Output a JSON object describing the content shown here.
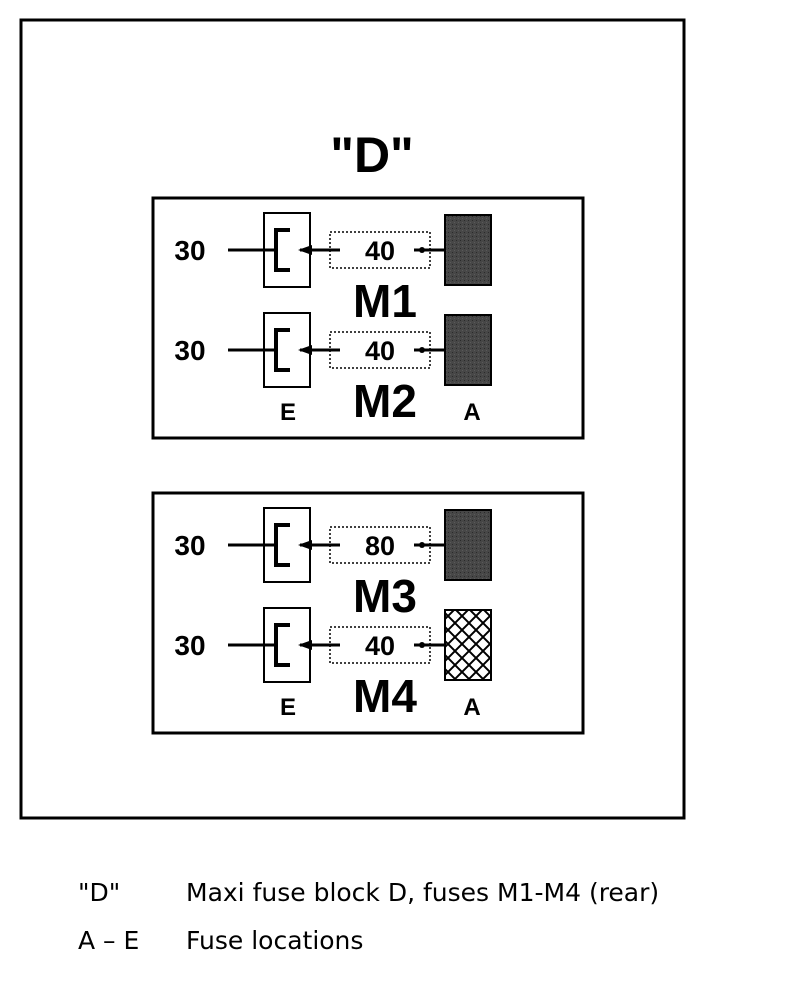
{
  "block_label": "\"D\"",
  "blocks": [
    {
      "rows": [
        {
          "terminal": "30",
          "rating": "40",
          "fuse": "M1",
          "fuse_type": "solid"
        },
        {
          "terminal": "30",
          "rating": "40",
          "fuse": "M2",
          "fuse_type": "solid"
        }
      ],
      "left_letter": "E",
      "right_letter": "A"
    },
    {
      "rows": [
        {
          "terminal": "30",
          "rating": "80",
          "fuse": "M3",
          "fuse_type": "solid"
        },
        {
          "terminal": "30",
          "rating": "40",
          "fuse": "M4",
          "fuse_type": "crosshatch"
        }
      ],
      "left_letter": "E",
      "right_letter": "A"
    }
  ],
  "legend": [
    {
      "key": "\"D\"",
      "text": "Maxi fuse block D, fuses M1-M4 (rear)"
    },
    {
      "key": "A – E",
      "text": "Fuse locations"
    }
  ],
  "colors": {
    "solid_fuse": "#3d3d3d",
    "line": "#000000"
  }
}
